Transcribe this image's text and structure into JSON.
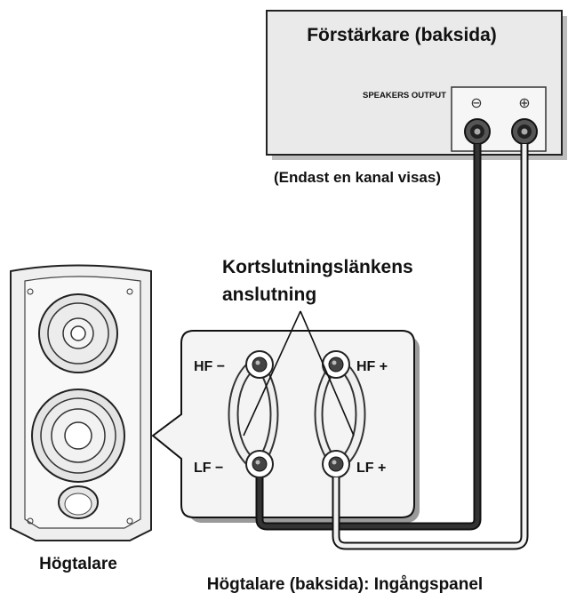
{
  "amplifier": {
    "title": "Förstärkare (baksida)",
    "output_label": "SPEAKERS OUTPUT",
    "minus_symbol": "⊖",
    "plus_symbol": "⊕"
  },
  "note": "(Endast en kanal visas)",
  "callout": {
    "line1": "Kortslutningslänkens",
    "line2": "anslutning"
  },
  "panel": {
    "hf_minus": "HF −",
    "hf_plus": "HF +",
    "lf_minus": "LF −",
    "lf_plus": "LF +"
  },
  "speaker_label": "Högtalare",
  "panel_caption": "Högtalare (baksida): Ingångspanel",
  "colors": {
    "cable_minus": "#333333",
    "cable_plus": "#f2f2f2",
    "amplifier_fill": "#eaeaea",
    "panel_fill": "#f4f4f4",
    "speaker_fill": "#efefef"
  }
}
